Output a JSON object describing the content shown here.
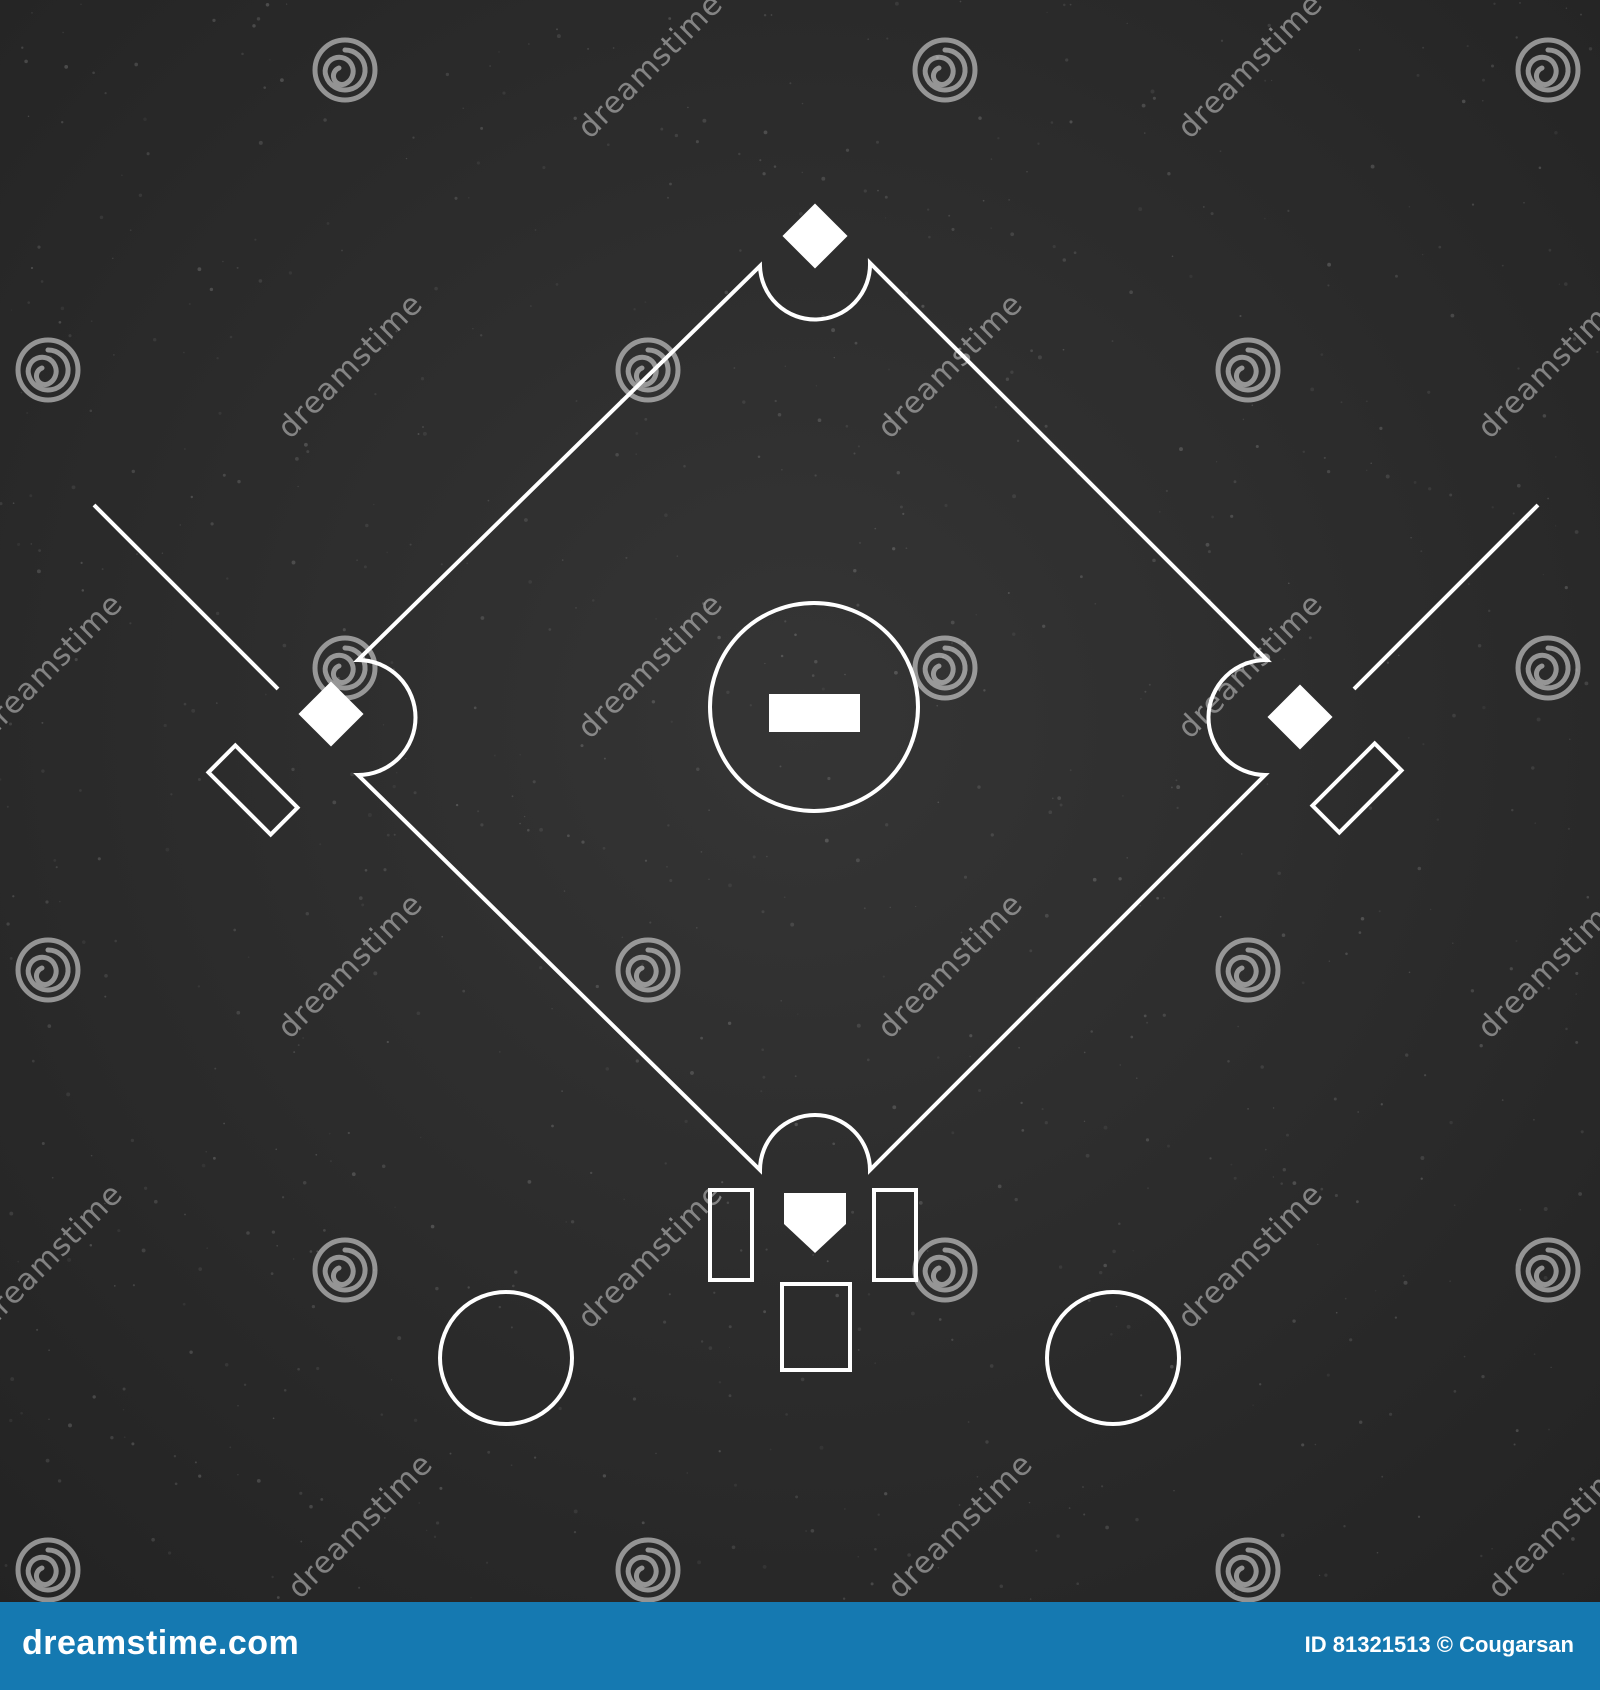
{
  "diagram": {
    "colors": {
      "background": "#2b2b2b",
      "lines": "#ffffff",
      "footer": "#1579b1"
    },
    "elements": [
      "second-base",
      "first-base",
      "third-base",
      "home-plate",
      "pitchers-mound",
      "pitching-rubber",
      "infield-diamond",
      "foul-line-left",
      "foul-line-right",
      "batters-box-left",
      "batters-box-right",
      "catchers-box",
      "coach-box-first",
      "coach-box-third",
      "on-deck-circle-left",
      "on-deck-circle-right"
    ]
  },
  "watermark": {
    "text": "dreamstime",
    "icon": "spiral-logo-icon"
  },
  "footer": {
    "site": "dreamstime.com",
    "credit": "ID 81321513 © Cougarsan"
  }
}
